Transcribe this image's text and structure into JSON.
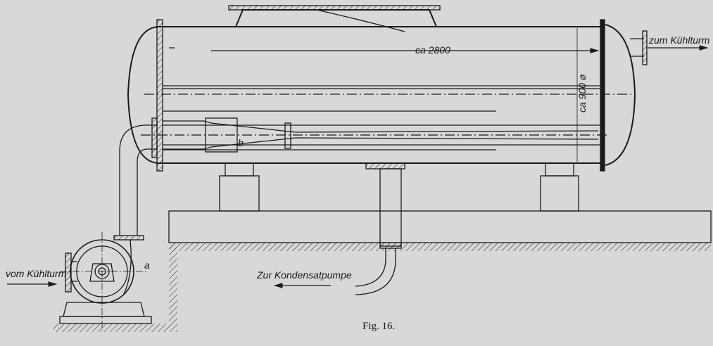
{
  "figure": {
    "caption": "Fig. 16.",
    "labels": {
      "outlet": "zum Kühlturm",
      "inlet": "vom Kühlturm",
      "condensate": "Zur Kondensatpumpe",
      "length": "ca 2800",
      "diameter": "ca 900 ø",
      "part_a": "a",
      "part_b": "b"
    }
  },
  "colors": {
    "paper": "#d8d8d6",
    "ink": "#1a1a1a"
  }
}
